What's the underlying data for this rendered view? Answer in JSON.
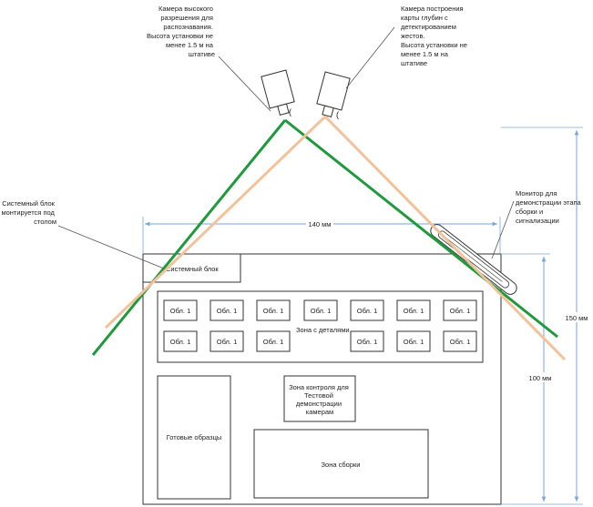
{
  "callouts": {
    "camera_hires": [
      "Камера высокого",
      "разрешения для",
      "распознавания.",
      "Высота установки не",
      "менее 1.5 м на",
      "штативе"
    ],
    "camera_depth": [
      "Камера построения",
      "карты глубин с",
      "детектированием",
      "жестов.",
      "Высота установки не",
      "менее 1.5 м на",
      "штативе"
    ],
    "system_unit": [
      "Системный блок",
      "монтируется под",
      "столом"
    ],
    "monitor": [
      "Монитор для",
      "демонстрации этапа",
      "сборки и",
      "сигнализации"
    ]
  },
  "dimensions": {
    "width": "140 мм",
    "height_total": "150 мм",
    "height_table": "100 мм"
  },
  "zones": {
    "system_unit_label": "Системный блок",
    "parts_zone_label": "Зона с деталями",
    "control_zone_label": [
      "Зона контроля для",
      "Тестовой",
      "демонстрации",
      "камерам"
    ],
    "finished_samples_label": "Готовые образцы",
    "assembly_zone_label": "Зона сборки"
  },
  "cells": {
    "row1": [
      "Обл. 1",
      "Обл. 1",
      "Обл. 1",
      "Обл. 1",
      "Обл. 1",
      "Обл. 1",
      "Обл. 1"
    ],
    "row2": [
      "Обл. 1",
      "Обл. 1",
      "Обл. 1",
      "Обл. 1",
      "Обл. 1",
      "Обл. 1"
    ]
  },
  "colors": {
    "green_ray": "#1e9a3c",
    "orange_ray": "#f2c29a",
    "dimension_line": "#7aa6d8",
    "outline": "#333333"
  }
}
